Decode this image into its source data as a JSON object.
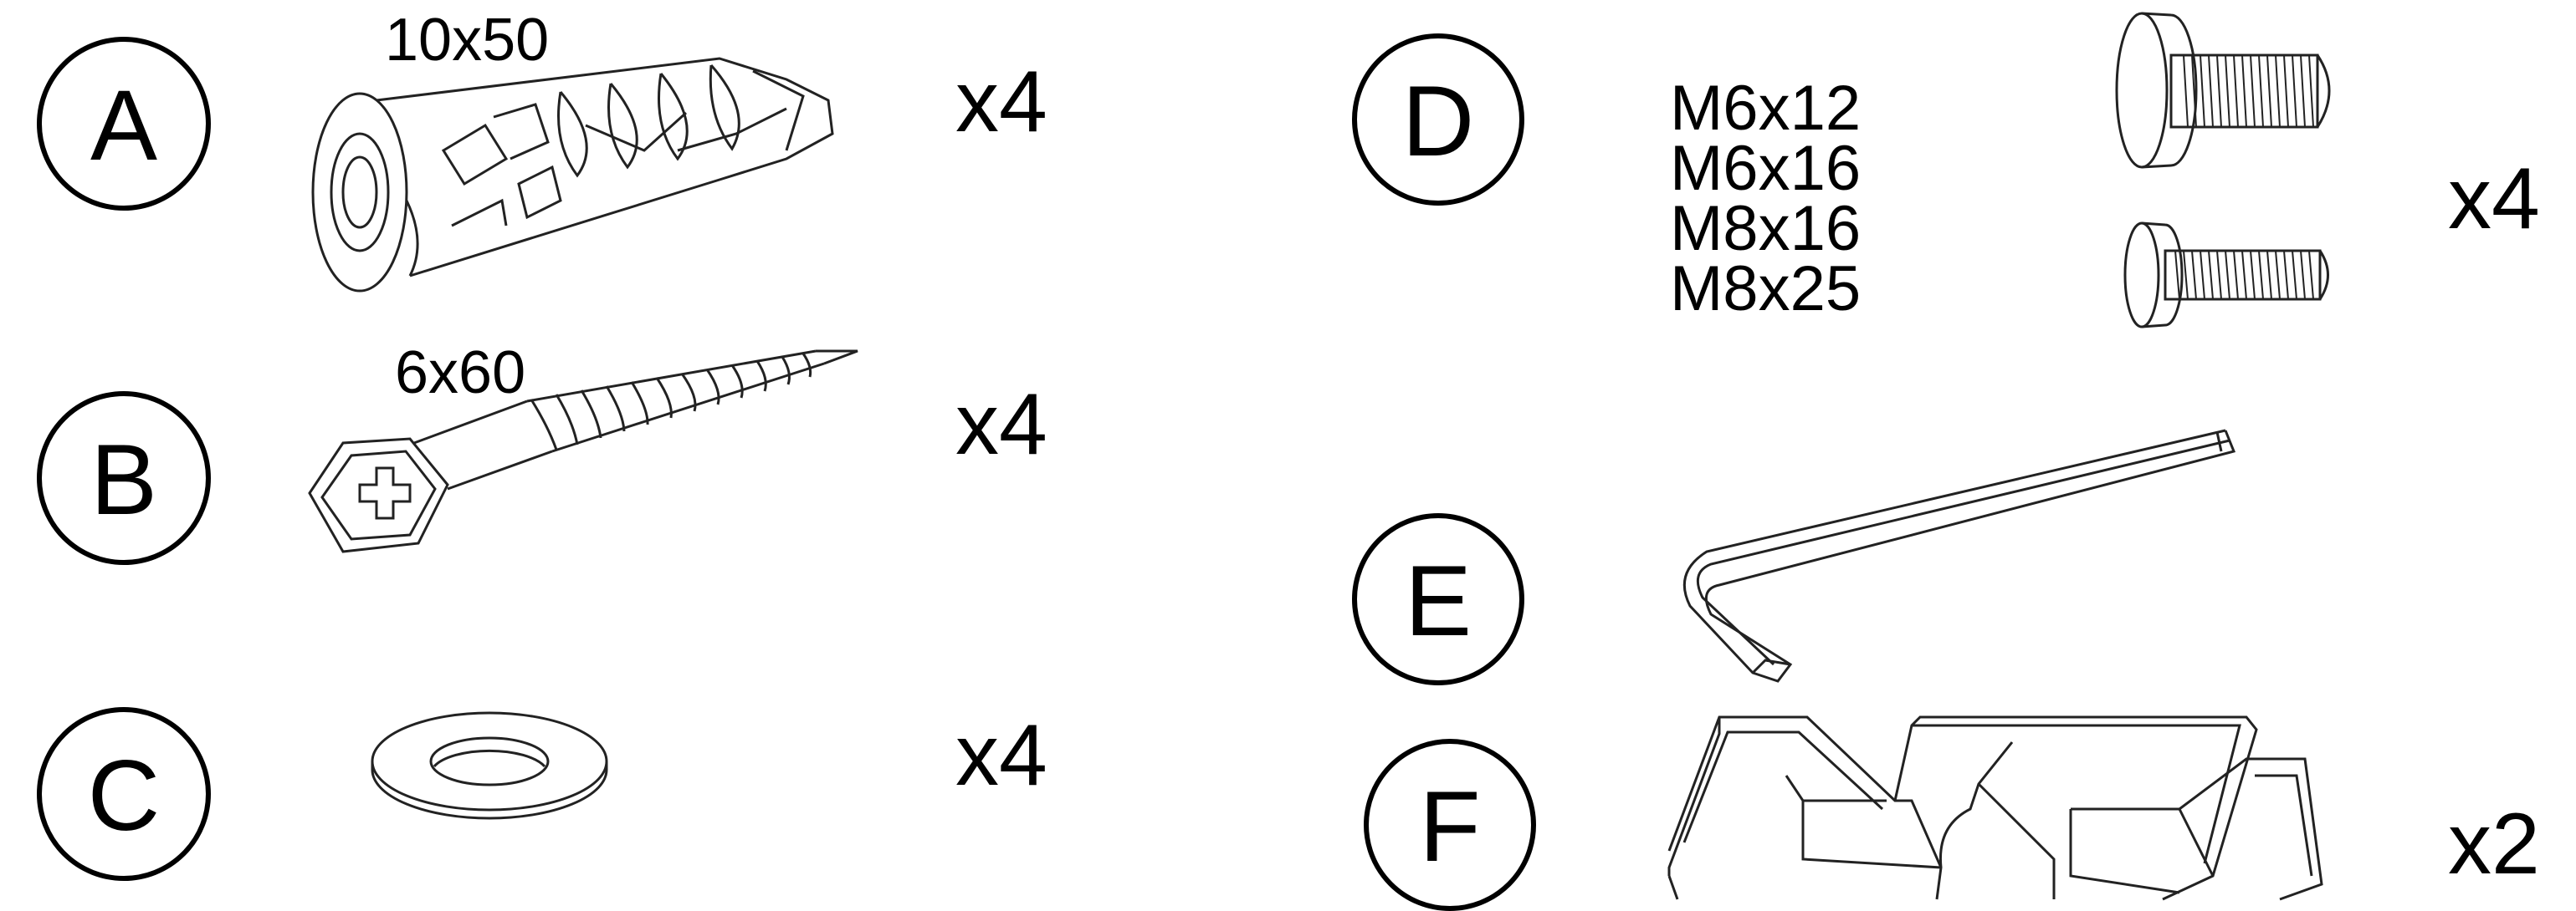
{
  "parts": {
    "a": {
      "letter": "A",
      "size": "10x50",
      "quantity": "x4",
      "icon": "wall-plug-anchor-icon"
    },
    "b": {
      "letter": "B",
      "size": "6x60",
      "quantity": "x4",
      "icon": "lag-screw-icon"
    },
    "c": {
      "letter": "C",
      "quantity": "x4",
      "icon": "washer-icon"
    },
    "d": {
      "letter": "D",
      "sizes": [
        "M6x12",
        "M6x16",
        "M8x16",
        "M8x25"
      ],
      "quantity": "x4",
      "icon": "machine-screw-icon"
    },
    "e": {
      "letter": "E",
      "icon": "hex-key-icon"
    },
    "f": {
      "letter": "F",
      "quantity": "x2",
      "icon": "bracket-clip-icon"
    }
  }
}
